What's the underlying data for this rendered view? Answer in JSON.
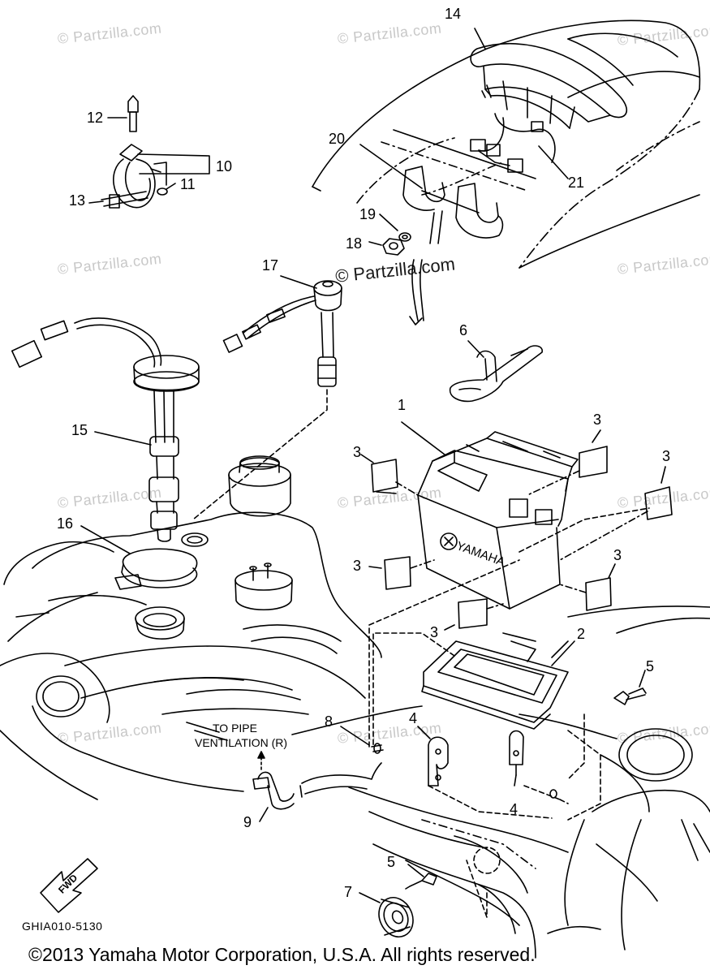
{
  "watermark": "© Partzilla.com",
  "watermark_center": "© Partzilla.com",
  "callouts": {
    "c1": "1",
    "c2": "2",
    "c3a": "3",
    "c3b": "3",
    "c3c": "3",
    "c3d": "3",
    "c3e": "3",
    "c3f": "3",
    "c4a": "4",
    "c4b": "4",
    "c5a": "5",
    "c5b": "5",
    "c6": "6",
    "c7": "7",
    "c8": "8",
    "c9": "9",
    "c10": "10",
    "c11": "11",
    "c12": "12",
    "c13": "13",
    "c14": "14",
    "c15": "15",
    "c16": "16",
    "c17": "17",
    "c18": "18",
    "c19": "19",
    "c20": "20",
    "c21": "21"
  },
  "pipe_note_line1": "TO PIPE",
  "pipe_note_line2": "VENTILATION (R)",
  "fwd_label": "FWD",
  "battery_brand": "YAMAHA",
  "diagram_code": "GHIA010-5130",
  "copyright": "©2013  Yamaha Motor Corporation, U.S.A. All rights reserved."
}
